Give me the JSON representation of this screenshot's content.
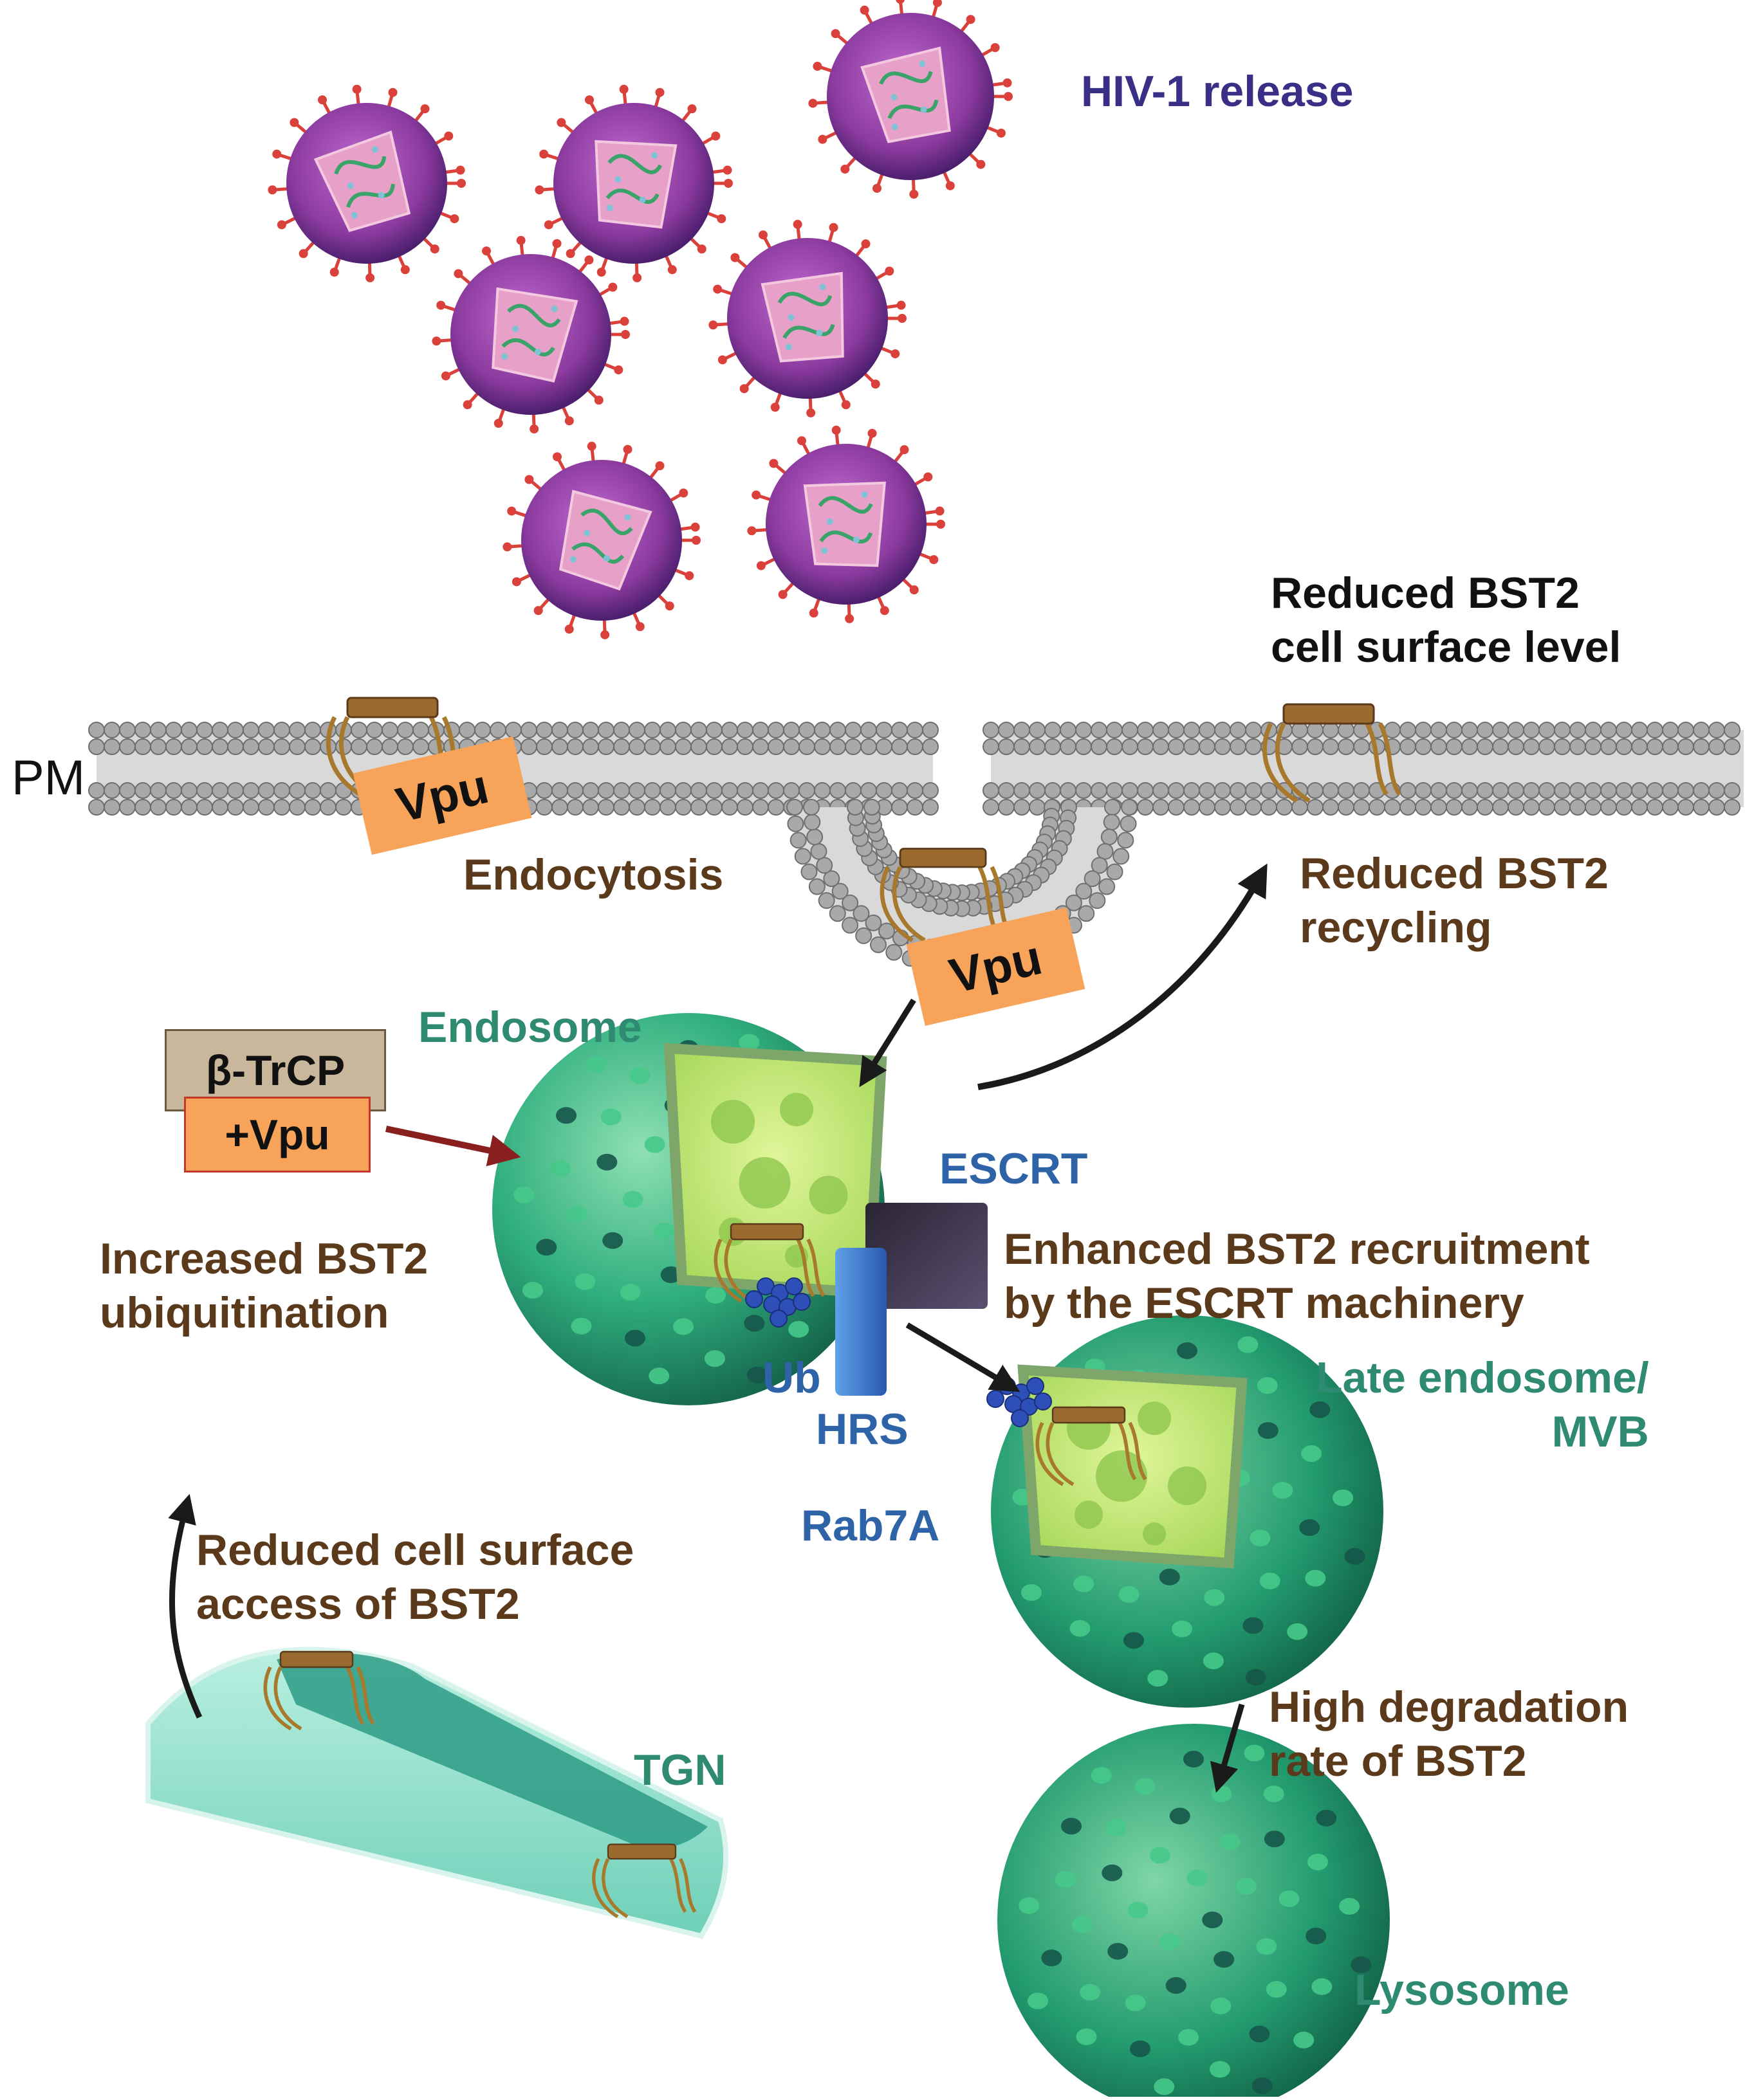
{
  "labels": {
    "hiv_release": "HIV-1 release",
    "reduced_surface_level_1": "Reduced BST2",
    "reduced_surface_level_2": "cell surface level",
    "pm": "PM",
    "vpu_membrane": "Vpu",
    "vpu_pit": "Vpu",
    "endocytosis": "Endocytosis",
    "reduced_recycling_1": "Reduced BST2",
    "reduced_recycling_2": "recycling",
    "endosome": "Endosome",
    "btrcp": "β-TrCP",
    "plus_vpu": "+Vpu",
    "escrt": "ESCRT",
    "enhanced_1": "Enhanced BST2 recruitment",
    "enhanced_2": "by the ESCRT machinery",
    "increased_ubiq_1": "Increased BST2",
    "increased_ubiq_2": "ubiquitination",
    "ub": "Ub",
    "hrs": "HRS",
    "late_endosome_1": "Late endosome/",
    "late_endosome_2": "MVB",
    "rab7a": "Rab7A",
    "reduced_access_1": "Reduced cell surface",
    "reduced_access_2": "access of BST2",
    "tgn": "TGN",
    "high_degradation_1": "High degradation",
    "high_degradation_2": "rate of BST2",
    "lysosome": "Lysosome"
  },
  "colors": {
    "virion_envelope": "#8b3a9e",
    "virion_core": "#e7a1c8",
    "spike": "#d9413a",
    "rna": "#3aa36a",
    "membrane_bead": "#a9a9a9",
    "vesicle_green": "#2fae7e",
    "vesicle_lumen": "#b8e26a",
    "vpu_box": "#f7a35a",
    "btrcp_box": "#c9b79b",
    "hrs_blue": "#3b74c8",
    "escrt_dark": "#3c3350",
    "bst2": "#a8782c",
    "ub_dot": "#2f4fb8",
    "tgn": "#7fd6c0"
  },
  "icons": {
    "virion": "hiv-virion-icon",
    "bst2": "bst2-tether-icon",
    "ubiquitin": "ubiquitin-cluster-icon"
  }
}
